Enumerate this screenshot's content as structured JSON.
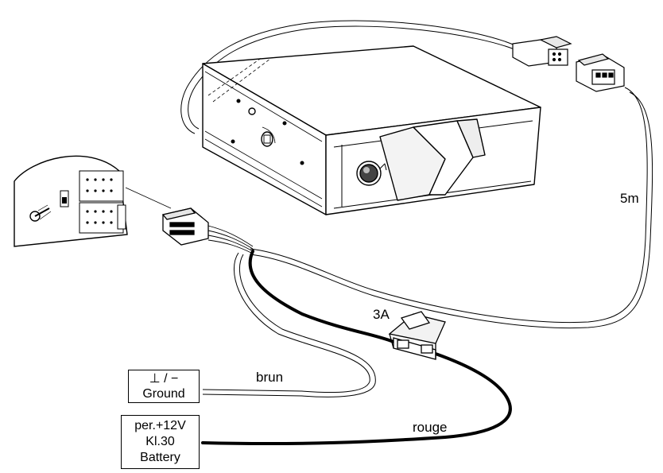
{
  "labels": {
    "cable_length": "5m",
    "fuse": "3A",
    "wire_brown": "brun",
    "wire_red": "rouge"
  },
  "ground_box": {
    "symbol": "⊥ / −",
    "text": "Ground"
  },
  "battery_box": {
    "line1": "per.+12V",
    "line2": "Kl.30",
    "line3": "Battery"
  },
  "colors": {
    "line": "#000000",
    "fill": "#ffffff",
    "shade": "#d9d9d9",
    "red_wire": "#000000"
  }
}
